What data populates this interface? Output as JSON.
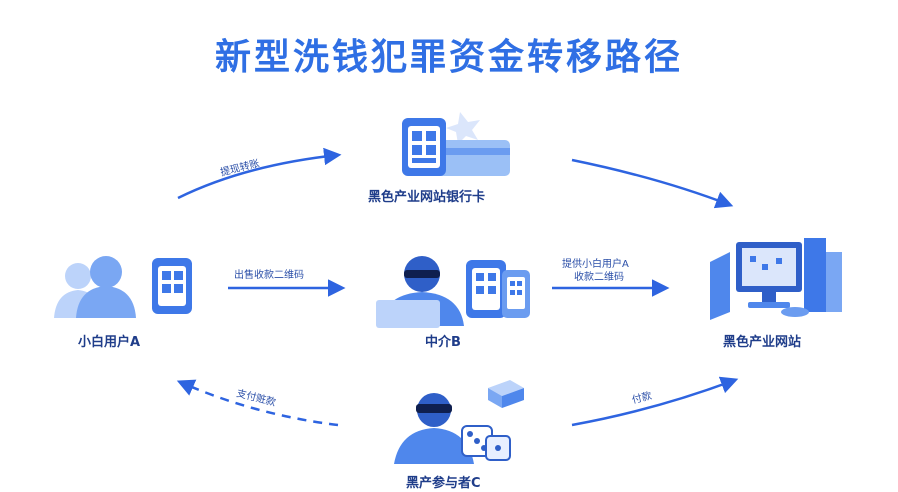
{
  "title": "新型洗钱犯罪资金转移路径",
  "nodes": {
    "bank_card": "黑色产业网站银行卡",
    "user_a": "小白用户A",
    "broker_b": "中介B",
    "site": "黑色产业网站",
    "gambler_c": "黑产参与者C"
  },
  "edges": {
    "a_to_card": "提现转账",
    "a_to_b": "出售收款二维码",
    "b_to_site_line1": "提供小白用户A",
    "b_to_site_line2": "收款二维码",
    "c_to_site": "付款",
    "c_to_a": "支付赃款"
  },
  "colors": {
    "title": "#2f6fe4",
    "arrow": "#2e64e0",
    "label": "#1f3d8a"
  }
}
